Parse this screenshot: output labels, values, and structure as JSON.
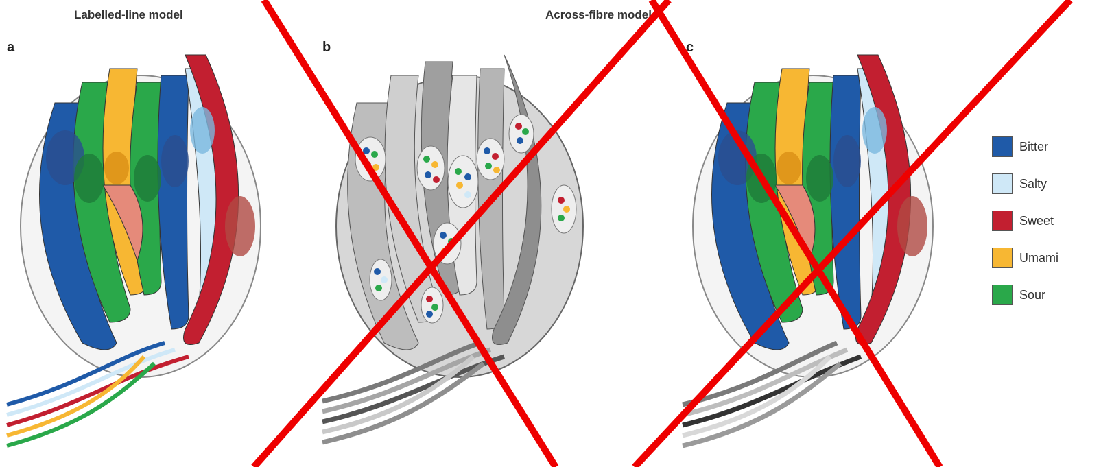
{
  "titles": {
    "left": "Labelled-line model",
    "right": "Across-fibre model"
  },
  "panels": [
    "a",
    "b",
    "c"
  ],
  "legend": [
    {
      "label": "Bitter",
      "color": "#1f5aa8"
    },
    {
      "label": "Salty",
      "color": "#cfe8f7"
    },
    {
      "label": "Sweet",
      "color": "#c21f30"
    },
    {
      "label": "Umami",
      "color": "#f7b733"
    },
    {
      "label": "Sour",
      "color": "#2aa84a"
    }
  ],
  "colors": {
    "bitter": "#1f5aa8",
    "salty": "#cfe8f7",
    "sweet": "#c21f30",
    "umami": "#f7b733",
    "sour": "#2aa84a",
    "grey_dark": "#7a7a7a",
    "grey_mid": "#a6a6a6",
    "grey_light": "#d8d8d8",
    "cross": "#ee0000"
  }
}
